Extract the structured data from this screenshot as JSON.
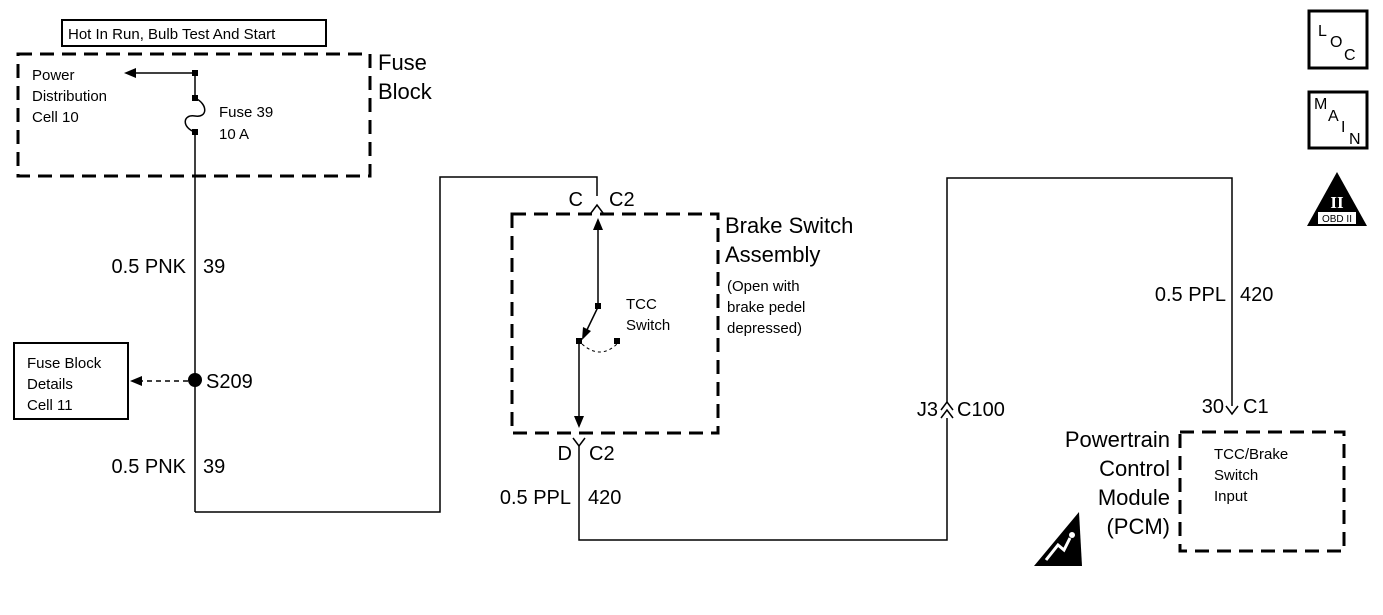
{
  "supply": {
    "label": "Hot In Run, Bulb Test And Start"
  },
  "fuse_block": {
    "name": [
      "Fuse",
      "Block"
    ],
    "power_ref": [
      "Power",
      "Distribution",
      "Cell 10"
    ],
    "fuse_name": "Fuse  39",
    "fuse_rating": "10   A"
  },
  "wires": {
    "pnk_upper": {
      "size_color": "0.5 PNK",
      "circuit": "39"
    },
    "pnk_lower": {
      "size_color": "0.5 PNK",
      "circuit": "39"
    },
    "ppl_brake": {
      "size_color": "0.5 PPL",
      "circuit": "420"
    },
    "ppl_pcm": {
      "size_color": "0.5 PPL",
      "circuit": "420"
    }
  },
  "splice": {
    "id": "S209",
    "ref": [
      "Fuse Block",
      "Details",
      "Cell 11"
    ]
  },
  "brake_switch": {
    "name": [
      "Brake Switch",
      "Assembly"
    ],
    "note": [
      "(Open with",
      "brake pedel",
      "depressed)"
    ],
    "switch_name": [
      "TCC",
      "Switch"
    ],
    "top_terminal": "C",
    "top_connector": "C2",
    "bottom_terminal": "D",
    "bottom_connector": "C2"
  },
  "inline_connector": {
    "terminal": "J3",
    "connector": "C100"
  },
  "pcm": {
    "name": [
      "Powertrain",
      "Control",
      "Module",
      "(PCM)"
    ],
    "terminal": "30",
    "connector": "C1",
    "input": [
      "TCC/Brake",
      "Switch",
      "Input"
    ]
  },
  "icons": {
    "loc": {
      "l1": "L",
      "l2": "O",
      "l3": "C"
    },
    "main": {
      "l1": "M",
      "l2": "A",
      "l3": "I",
      "l4": "N"
    },
    "obd": {
      "numeral": "II",
      "caption": "OBD II"
    },
    "esd": "esd-warning-icon"
  }
}
